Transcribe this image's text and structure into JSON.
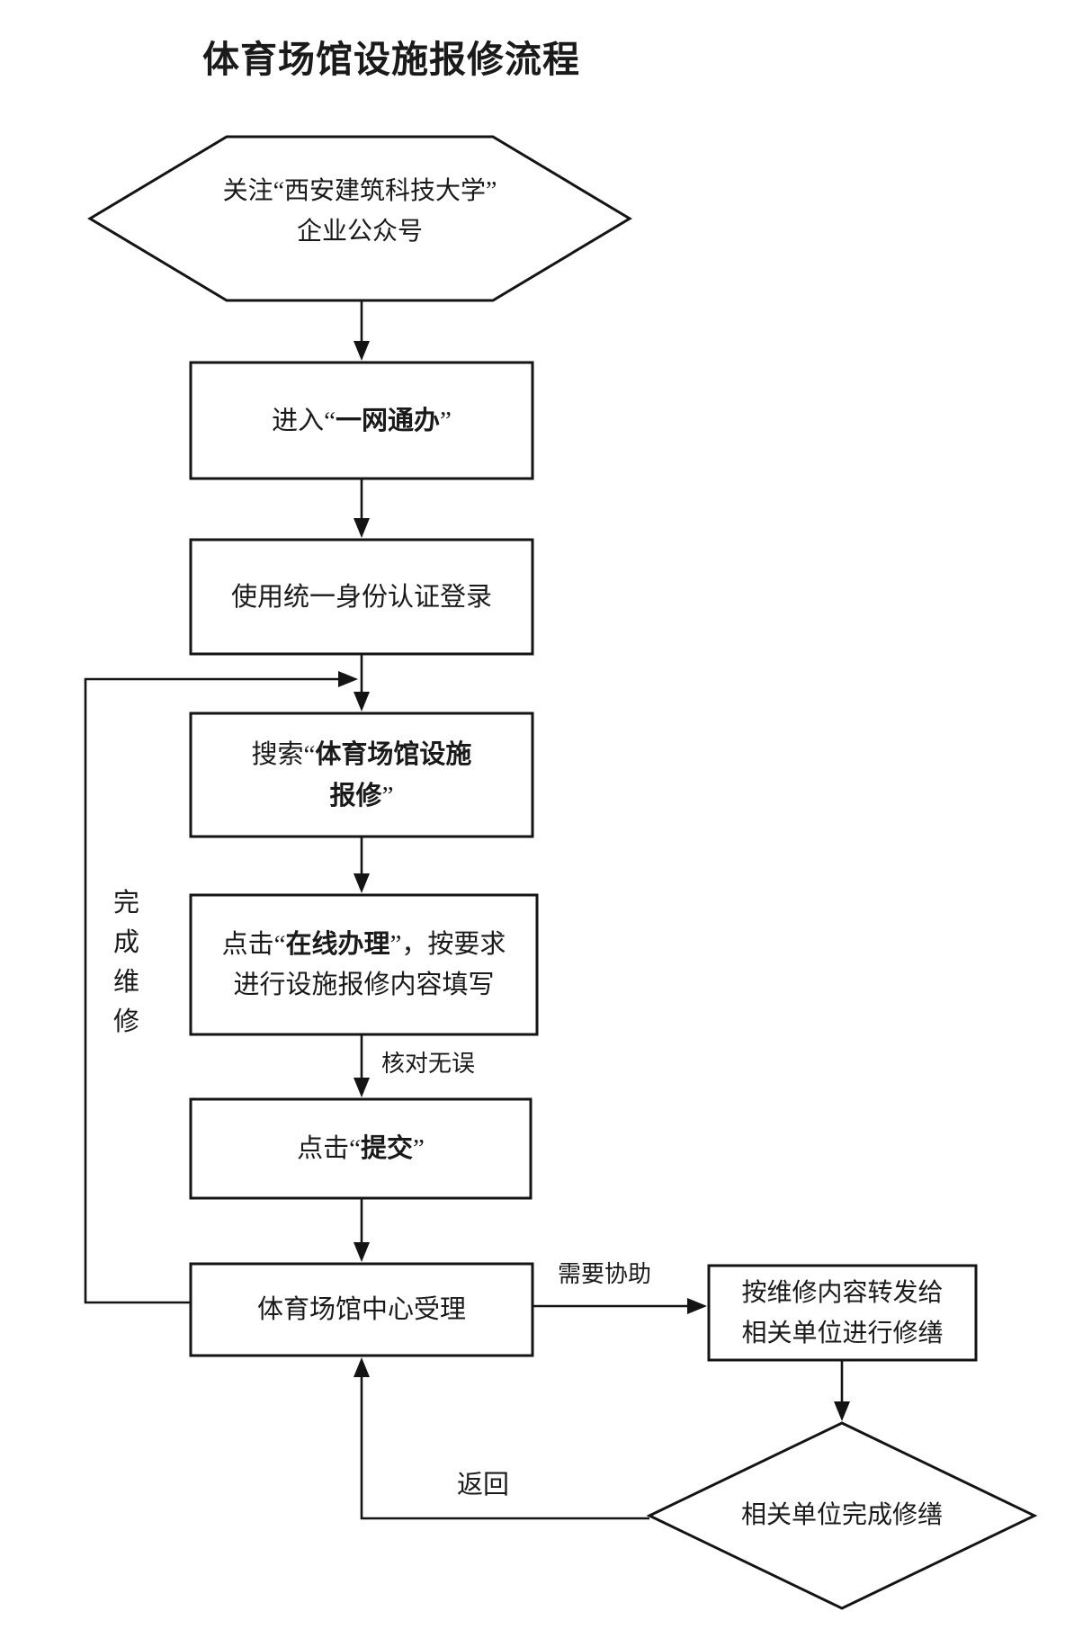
{
  "title": "体育场馆设施报修流程",
  "nodes": {
    "hexagon": {
      "line1": "关注“西安建筑科技大学”",
      "line2": "企业公众号"
    },
    "box1": {
      "pre": "进入“",
      "bold": "一网通办",
      "post": "”"
    },
    "box2": {
      "text": "使用统一身份认证登录"
    },
    "box3": {
      "pre": "搜索“",
      "bold1": "体育场馆设施",
      "bold2": "报修",
      "post": "”"
    },
    "box4": {
      "pre": "点击“",
      "bold": "在线办理",
      "mid": "”，按要求",
      "line2": "进行设施报修内容填写"
    },
    "box5": {
      "pre": "点击“",
      "bold": "提交",
      "post": "”"
    },
    "box6": {
      "text": "体育场馆中心受理"
    },
    "box7": {
      "line1": "按维修内容转发给",
      "line2": "相关单位进行修缮"
    },
    "diamond": {
      "text": "相关单位完成修缮"
    }
  },
  "edge_labels": {
    "verify": "核对无误",
    "assist": "需要协助",
    "return": "返回",
    "loop": "完成维修"
  },
  "colors": {
    "line": "#141414",
    "text": "#1a1a1a",
    "background": "#ffffff"
  }
}
